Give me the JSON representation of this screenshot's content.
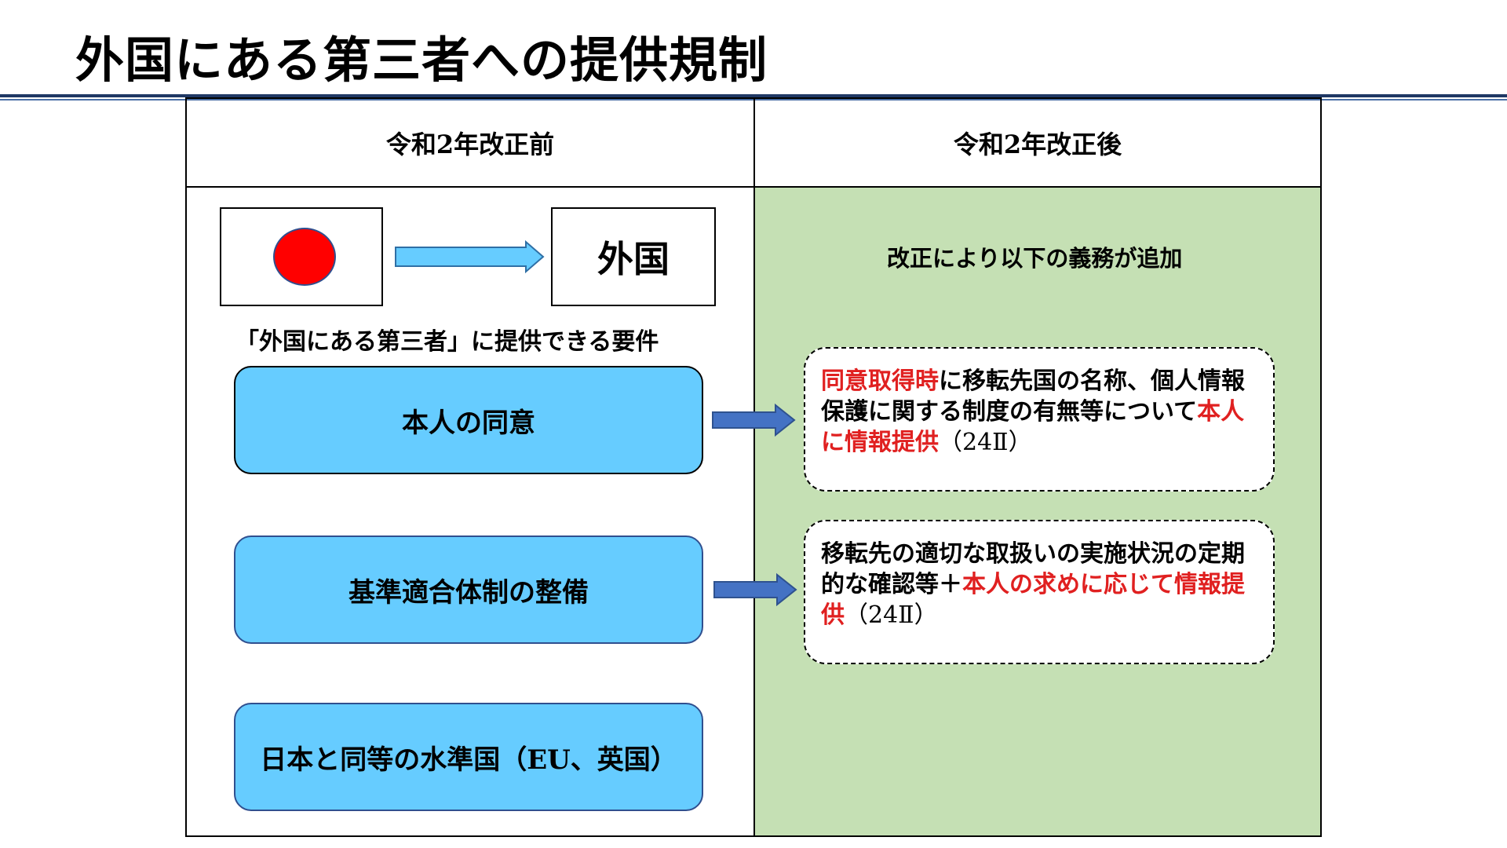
{
  "title": "外国にある第三者への提供規制",
  "table": {
    "header_left": "令和2年改正前",
    "header_right": "令和2年改正後"
  },
  "left": {
    "foreign_label": "外国",
    "requirements_caption": "「外国にある第三者」に提供できる要件",
    "boxes": [
      "本人の同意",
      "基準適合体制の整備",
      "日本と同等の水準国（EU、英国）"
    ]
  },
  "right": {
    "added_caption": "改正により以下の義務が追加",
    "note1": {
      "red_a": "同意取得時",
      "black_a": "に移転先国の名称、個人情報保護に関する制度の有無等について",
      "red_b": "本人に情報提供",
      "ref": "（24Ⅱ）"
    },
    "note2": {
      "black_a": "移転先の適切な取扱いの実施状況の定期的な確認等＋",
      "red_b": "本人の求めに応じて情報提供",
      "ref": "（24Ⅱ）"
    }
  },
  "colors": {
    "accent_rule": "#1f3864",
    "blue_box": "#66ccff",
    "green_panel": "#c5e0b4",
    "flag_red": "#ff0000",
    "emphasis_red": "#e02020"
  }
}
